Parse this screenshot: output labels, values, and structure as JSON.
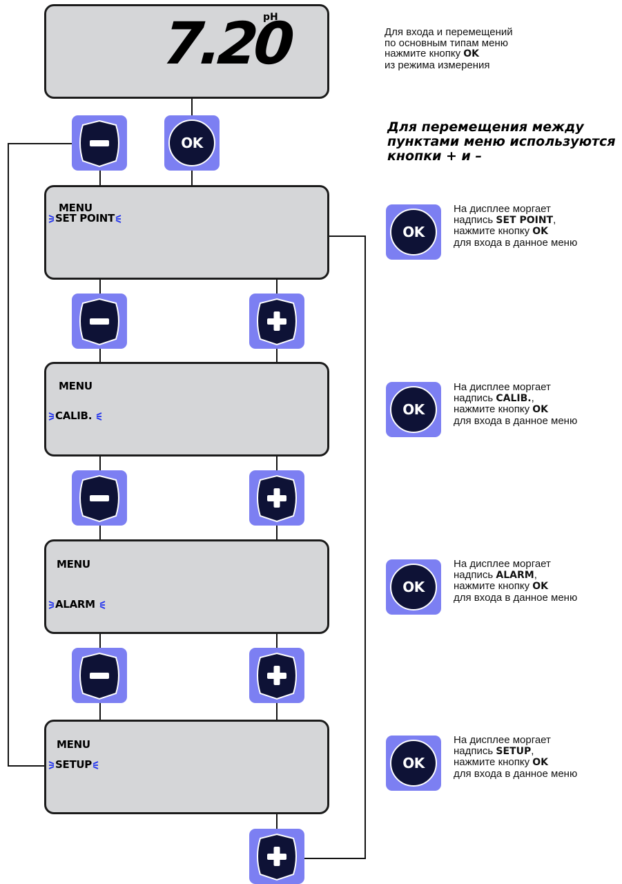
{
  "measurement": {
    "value": "7.20",
    "unit": "pH"
  },
  "top_instruction": {
    "line1": "Для входа и перемещений",
    "line2": "по основным типам меню",
    "line3_prefix": "нажмите кнопку ",
    "line3_key": "OK",
    "line4": "из режима измерения"
  },
  "navigation_note": {
    "line1": "Для перемещения между",
    "line2": "пунктами меню используются",
    "line3": "кнопки + и –"
  },
  "menus": [
    {
      "title": "MENU",
      "item": "SET POINT"
    },
    {
      "title": "MENU",
      "item": "CALIB."
    },
    {
      "title": "MENU",
      "item": "ALARM"
    },
    {
      "title": "MENU",
      "item": "SETUP"
    }
  ],
  "side_notes": [
    {
      "line1": "На дисплее моргает",
      "line2_prefix": "надпись ",
      "key": "SET POINT",
      "line2_suffix": ",",
      "line3_prefix": "нажмите кнопку ",
      "line3_key": "OK",
      "line4": "для входа в данное меню"
    },
    {
      "line1": "На дисплее моргает",
      "line2_prefix": "надпись ",
      "key": "CALIB.",
      "line2_suffix": ",",
      "line3_prefix": "нажмите кнопку ",
      "line3_key": "OK",
      "line4": "для входа в данное меню"
    },
    {
      "line1": "На дисплее моргает",
      "line2_prefix": "надпись ",
      "key": "ALARM",
      "line2_suffix": ",",
      "line3_prefix": "нажмите кнопку ",
      "line3_key": "OK",
      "line4": "для входа в данное меню"
    },
    {
      "line1": "На дисплее моргает",
      "line2_prefix": "надпись ",
      "key": "SETUP",
      "line2_suffix": ",",
      "line3_prefix": "нажмите кнопку ",
      "line3_key": "OK",
      "line4": "для входа в данное меню"
    }
  ],
  "buttons": {
    "ok_label": "OK",
    "minus_icon": "minus-icon",
    "plus_icon": "plus-icon"
  },
  "colors": {
    "button_bg": "#7c7ff2",
    "button_face": "#0e1236",
    "display_bg": "#d5d6d8",
    "blink": "#2233ee"
  }
}
